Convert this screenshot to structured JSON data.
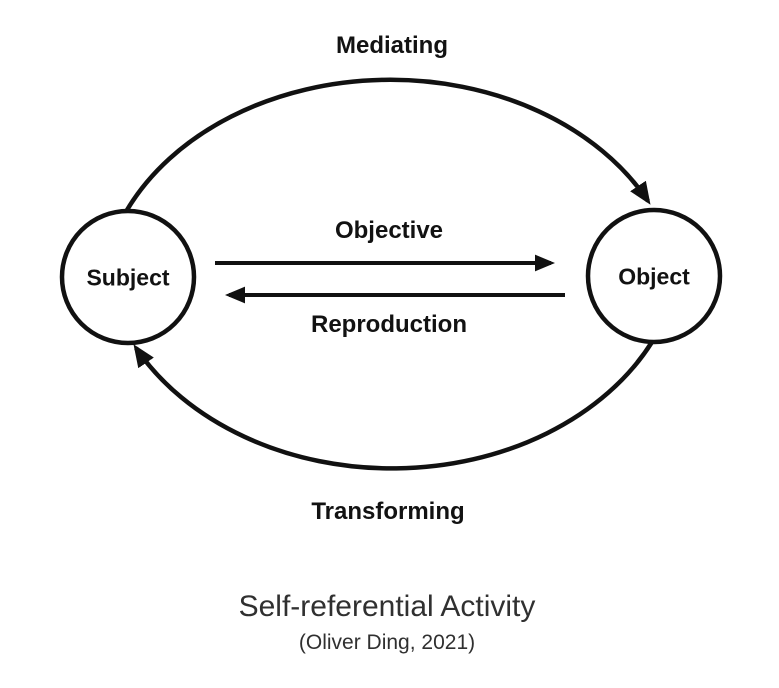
{
  "diagram": {
    "nodes": [
      {
        "id": "subject",
        "label": "Subject"
      },
      {
        "id": "object",
        "label": "Object"
      }
    ],
    "edges": [
      {
        "id": "mediating",
        "label": "Mediating",
        "from": "Subject",
        "to": "Object",
        "shape": "arc-top"
      },
      {
        "id": "objective",
        "label": "Objective",
        "from": "Subject",
        "to": "Object",
        "shape": "straight"
      },
      {
        "id": "reproduction",
        "label": "Reproduction",
        "from": "Object",
        "to": "Subject",
        "shape": "straight"
      },
      {
        "id": "transforming",
        "label": "Transforming",
        "from": "Object",
        "to": "Subject",
        "shape": "arc-bottom"
      }
    ],
    "caption": {
      "title": "Self-referential Activity",
      "attribution": "(Oliver Ding, 2021)"
    },
    "colors": {
      "line": "#111111",
      "label_text": "#121212",
      "caption_text": "#303030",
      "background": "#ffffff"
    }
  }
}
